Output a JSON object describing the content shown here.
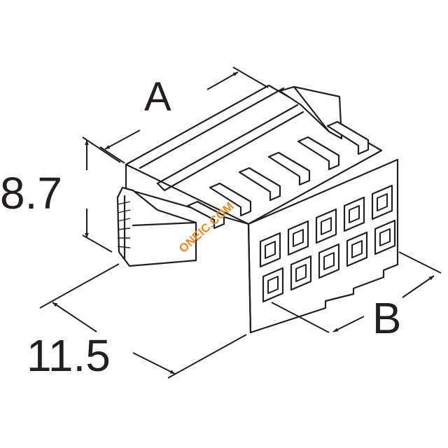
{
  "dimensions": {
    "a_label": "A",
    "height_value": "8.7",
    "width_value": "11.5",
    "b_label": "B"
  },
  "watermark": {
    "text": "ONEIC.COM",
    "color": "#f08a1c"
  },
  "colors": {
    "line": "#231f20",
    "background": "#ffffff"
  },
  "connector": {
    "rows": 2,
    "cavities_per_row": 5,
    "latch_slots": 5
  }
}
